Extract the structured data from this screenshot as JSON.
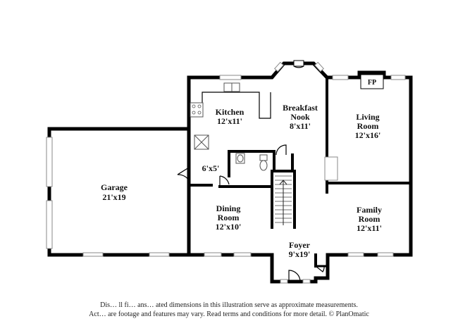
{
  "rooms": {
    "garage": {
      "name": "Garage",
      "size": "21'x19"
    },
    "kitchen": {
      "name": "Kitchen",
      "size": "12'x11'"
    },
    "breakfast_nook": {
      "name_line1": "Breakfast",
      "name_line2": "Nook",
      "size": "8'x11'"
    },
    "living_room": {
      "name_line1": "Living",
      "name_line2": "Room",
      "size": "12'x16'"
    },
    "half_bath": {
      "size": "6'x5'"
    },
    "dining_room": {
      "name_line1": "Dining",
      "name_line2": "Room",
      "size": "12'x10'"
    },
    "family_room": {
      "name_line1": "Family",
      "name_line2": "Room",
      "size": "12'x11'"
    },
    "foyer": {
      "name": "Foyer",
      "size": "9'x19'"
    },
    "fireplace": {
      "label": "FP"
    }
  },
  "disclaimer": {
    "line1": "Dis… ll fi… ans… ated dimensions in this illustration serve as approximate measurements.",
    "line2": "Act… are footage and features may vary. Read terms and conditions for more detail. © PlanOmatic"
  }
}
